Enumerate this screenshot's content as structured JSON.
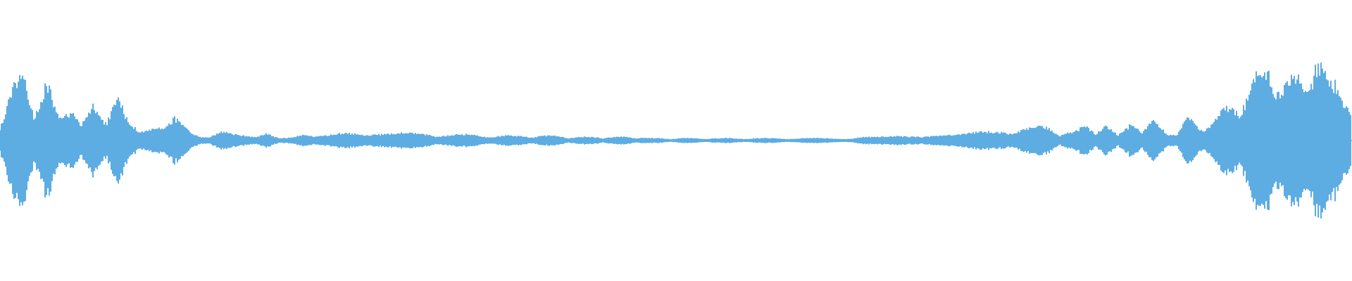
{
  "waveform": {
    "color": "#5dade2",
    "background": "#ffffff",
    "amplitude_envelope": [
      0.18,
      0.42,
      0.62,
      0.3,
      0.48,
      0.22,
      0.35,
      0.12,
      0.3,
      0.22,
      0.4,
      0.15,
      0.08,
      0.16,
      0.1,
      0.18,
      0.1,
      0.05,
      0.04,
      0.08,
      0.05,
      0.04,
      0.03,
      0.08,
      0.03,
      0.03,
      0.05,
      0.03,
      0.04,
      0.06,
      0.07,
      0.07,
      0.07,
      0.06,
      0.06,
      0.06,
      0.06,
      0.06,
      0.05,
      0.05,
      0.05,
      0.05,
      0.04,
      0.04,
      0.04,
      0.04,
      0.04,
      0.04,
      0.04,
      0.03,
      0.03,
      0.03,
      0.03,
      0.03,
      0.03,
      0.03,
      0.02,
      0.02,
      0.02,
      0.02,
      0.02,
      0.02,
      0.02,
      0.02,
      0.02,
      0.02,
      0.02,
      0.02,
      0.02,
      0.02,
      0.02,
      0.02,
      0.02,
      0.02,
      0.03,
      0.03,
      0.03,
      0.04,
      0.04,
      0.05,
      0.05,
      0.05,
      0.05,
      0.06,
      0.07,
      0.08,
      0.09,
      0.1,
      0.11,
      0.12,
      0.1,
      0.04,
      0.1,
      0.18,
      0.05,
      0.12,
      0.05,
      0.2,
      0.06,
      0.18,
      0.1,
      0.05,
      0.2,
      0.1,
      0.18,
      0.25,
      0.32,
      0.4,
      0.55,
      0.7,
      0.45,
      0.55,
      0.6,
      0.7,
      0.45,
      0.6,
      0.25
    ]
  }
}
